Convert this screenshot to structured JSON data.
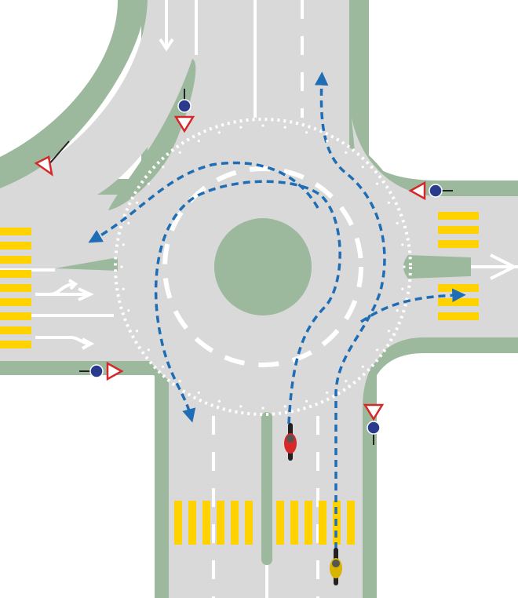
{
  "diagram": {
    "subject": "roundabout",
    "colors": {
      "background": "#ffffff",
      "verge": "#9db99d",
      "road": "#d9d9d9",
      "marking": "#ffffff",
      "crosswalk": "#ffd200",
      "route": "#1f6db4",
      "yield_sign": "#d62828",
      "roundabout_sign": "#2a3a8c"
    },
    "icons": [
      "yield-sign-icon",
      "roundabout-sign-icon",
      "motorcycle-icon",
      "lane-arrow-icon",
      "route-arrow-icon"
    ],
    "vehicles": [
      {
        "type": "motorcycle",
        "color": "#d62828"
      },
      {
        "type": "motorcycle",
        "color": "#d8b400"
      }
    ]
  }
}
